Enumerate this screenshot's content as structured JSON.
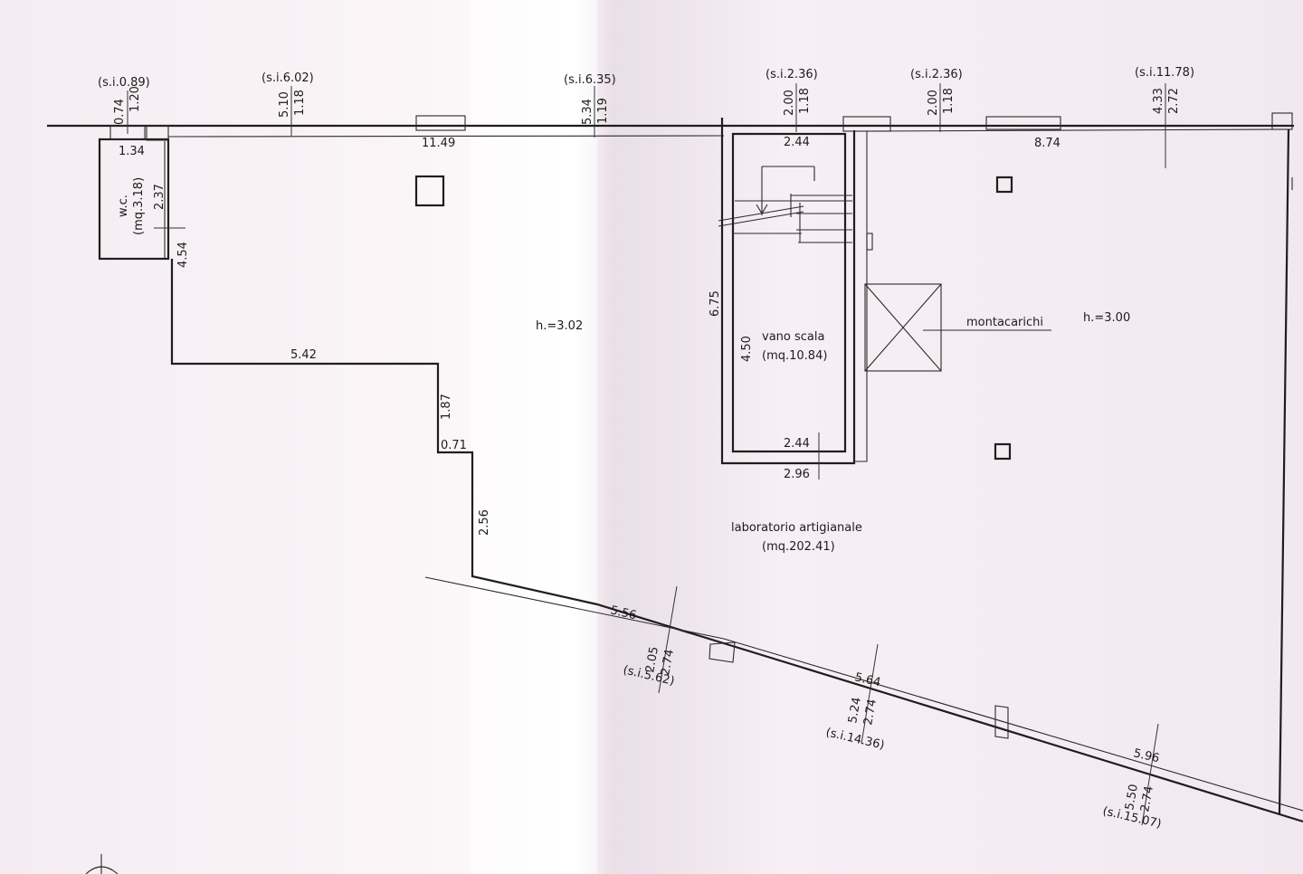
{
  "window_labels": {
    "wc": {
      "head": "(s.i.0.89)",
      "width": "0.74",
      "height": "1.20"
    },
    "w1": {
      "head": "(s.i.6.02)",
      "width": "5.10",
      "height": "1.18"
    },
    "w2": {
      "head": "(s.i.6.35)",
      "width": "5.34",
      "height": "1.19"
    },
    "w3": {
      "head": "(s.i.2.36)",
      "width": "2.00",
      "height": "1.18"
    },
    "w4": {
      "head": "(s.i.2.36)",
      "width": "2.00",
      "height": "1.18"
    },
    "w5": {
      "head": "(s.i.11.78)",
      "width": "4.33",
      "height": "2.72"
    },
    "s1": {
      "foot": "(s.i.5.62)",
      "width": "2.05",
      "height": "2.74"
    },
    "s2": {
      "foot": "(s.i.14.36)",
      "width": "5.24",
      "height": "2.74"
    },
    "s3": {
      "foot": "(s.i.15.07)",
      "width": "5.50",
      "height": "2.74"
    }
  },
  "dimensions": {
    "wc_width": "1.34",
    "wc_depth": "2.37",
    "wall_4_54": "4.54",
    "top_left": "11.49",
    "step_5_42": "5.42",
    "step_1_87": "1.87",
    "step_0_71": "0.71",
    "step_2_56": "2.56",
    "bottom_5_56": "5.56",
    "bottom_5_64": "5.64",
    "bottom_5_96": "5.96",
    "stair_top": "2.44",
    "stair_side": "6.75",
    "stair_inner": "4.50",
    "stair_bottom_inner": "2.44",
    "stair_bottom_outer": "2.96",
    "top_right": "8.74"
  },
  "rooms": {
    "wc": {
      "name": "w.c.",
      "area": "(mq.3.18)"
    },
    "left_height": "h.=3.02",
    "right_height": "h.=3.00",
    "stair": {
      "name": "vano scala",
      "area": "(mq.10.84)"
    },
    "lift": "montacarichi",
    "lab": {
      "name": "laboratorio artigianale",
      "area": "(mq.202.41)"
    }
  }
}
